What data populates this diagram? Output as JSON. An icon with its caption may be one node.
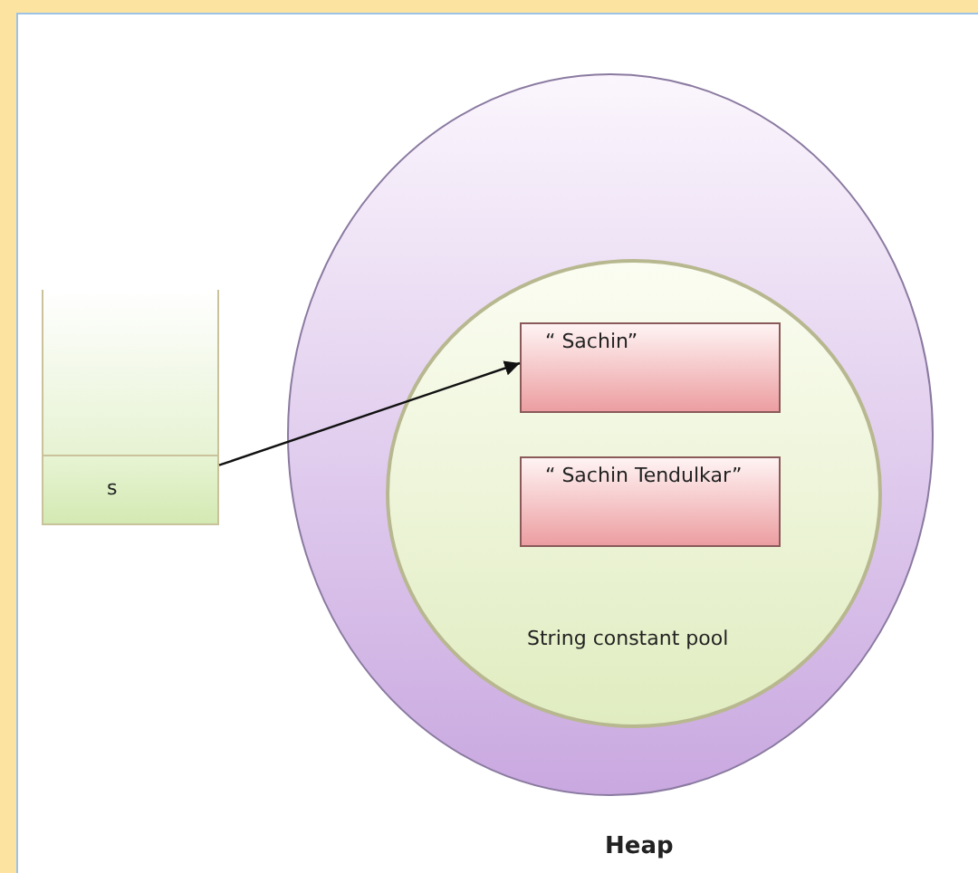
{
  "diagram": {
    "nodes": [
      {
        "text": [],
        "shape": "box"
      },
      {
        "text": [
          "s"
        ],
        "in": 0
      },
      {
        "text": [
          "Heap"
        ]
      },
      {
        "text": [
          "String constant pool"
        ],
        "in": 2
      },
      {
        "text": [
          "“ Sachin”"
        ],
        "in": 3
      },
      {
        "text": [
          "“ Sachin Tendulkar”"
        ],
        "in": 3
      }
    ],
    "edges": [
      {
        "from": 1,
        "to": 4,
        "arrow": "to"
      }
    ]
  }
}
